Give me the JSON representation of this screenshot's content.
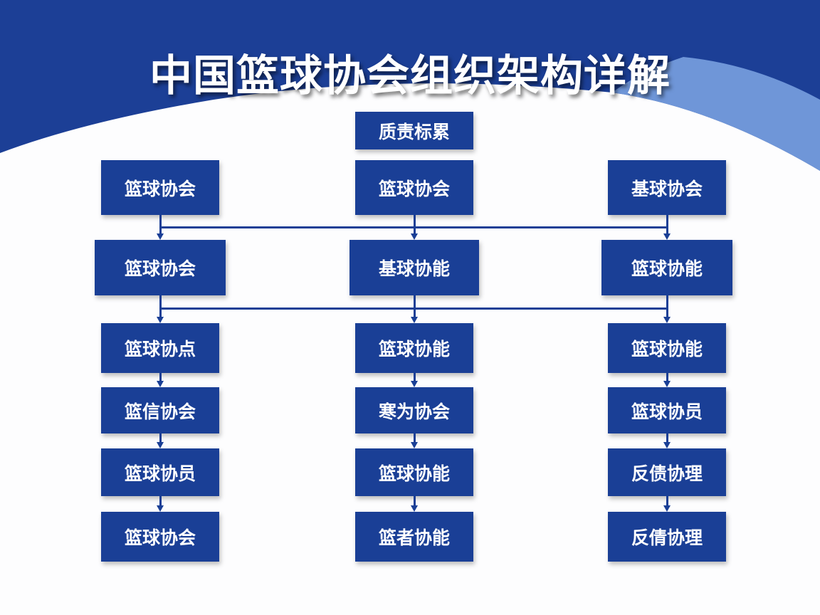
{
  "title": "中国篮球协会组织架构详解",
  "colors": {
    "primary": "#1a3f96",
    "accent_light": "#6f96d8",
    "background": "#fdfdfe"
  },
  "top_node": "质责标累",
  "columns": [
    {
      "level1": "篮球协会",
      "level2": "篮球协会",
      "chain": [
        "篮球协点",
        "篮信协会",
        "篮球协员",
        "篮球协会"
      ]
    },
    {
      "level1": "篮球协会",
      "level2": "基球协能",
      "chain": [
        "篮球协能",
        "寒为协会",
        "篮球协能",
        "篮者协能"
      ]
    },
    {
      "level1": "基球协会",
      "level2": "篮球协能",
      "chain": [
        "篮球协能",
        "篮球协员",
        "反债协理",
        "反倩协理"
      ]
    }
  ]
}
